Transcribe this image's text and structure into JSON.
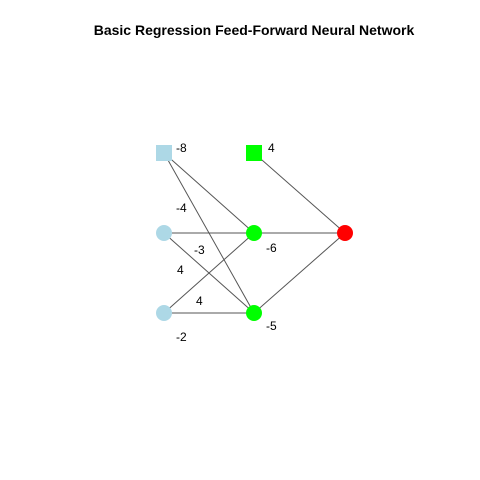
{
  "title": "Basic Regression Feed-Forward Neural Network",
  "colors": {
    "input_node": "#ADD8E6",
    "bias_node": "#ADD8E6",
    "hidden_node": "#00FF00",
    "hidden_bias_node": "#00FF00",
    "output_node": "#FF0000",
    "edge": "#555555"
  },
  "nodes": [
    {
      "id": "bias-in",
      "layer": "input",
      "shape": "square",
      "label": "-8"
    },
    {
      "id": "in-1",
      "layer": "input",
      "shape": "circle",
      "label": ""
    },
    {
      "id": "in-2",
      "layer": "input",
      "shape": "circle",
      "label": "-2"
    },
    {
      "id": "bias-hidden",
      "layer": "hidden",
      "shape": "square",
      "label": "4"
    },
    {
      "id": "hid-1",
      "layer": "hidden",
      "shape": "circle",
      "label": "-6"
    },
    {
      "id": "hid-2",
      "layer": "hidden",
      "shape": "circle",
      "label": "-5"
    },
    {
      "id": "out",
      "layer": "output",
      "shape": "circle",
      "label": ""
    }
  ],
  "edges": [
    {
      "from": "bias-in",
      "to": "hid-1",
      "weight": "-4"
    },
    {
      "from": "bias-in",
      "to": "hid-2",
      "weight": ""
    },
    {
      "from": "in-1",
      "to": "hid-1",
      "weight": ""
    },
    {
      "from": "in-1",
      "to": "hid-2",
      "weight": "-3"
    },
    {
      "from": "in-2",
      "to": "hid-1",
      "weight": "4"
    },
    {
      "from": "in-2",
      "to": "hid-2",
      "weight": "4"
    },
    {
      "from": "bias-hidden",
      "to": "out",
      "weight": ""
    },
    {
      "from": "hid-1",
      "to": "out",
      "weight": ""
    },
    {
      "from": "hid-2",
      "to": "out",
      "weight": ""
    }
  ]
}
